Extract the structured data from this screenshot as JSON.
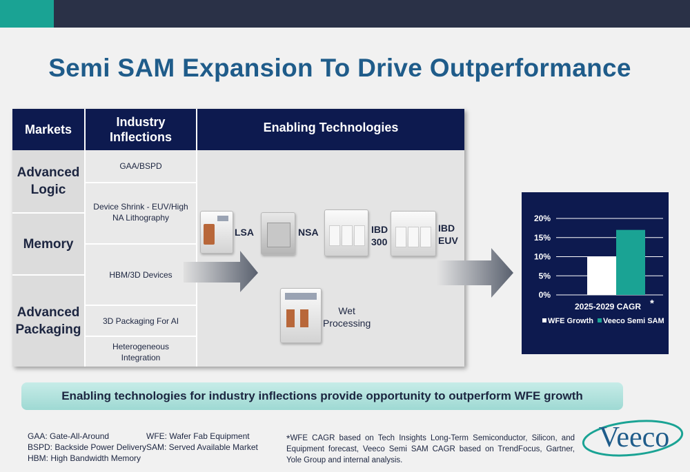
{
  "title": "Semi SAM Expansion To Drive Outperformance",
  "table": {
    "headers": {
      "markets": "Markets",
      "inflections": "Industry Inflections",
      "technologies": "Enabling Technologies"
    },
    "markets": [
      "Advanced Logic",
      "Memory",
      "Advanced Packaging"
    ],
    "inflections": [
      "GAA/BSPD",
      "Device Shrink - EUV/High NA Lithography",
      "HBM/3D Devices",
      "3D Packaging For AI",
      "Heterogeneous Integration"
    ],
    "technologies": {
      "lsa": "LSA",
      "nsa": "NSA",
      "ibd300": [
        "IBD",
        "300"
      ],
      "ibdeuv": [
        "IBD",
        "EUV"
      ],
      "wet": [
        "Wet",
        "Processing"
      ]
    }
  },
  "chart_data": {
    "type": "bar",
    "categories": [
      "2025-2029 CAGR"
    ],
    "category_marker": "*",
    "series": [
      {
        "name": "WFE Growth",
        "values": [
          10
        ],
        "color": "#ffffff"
      },
      {
        "name": "Veeco Semi SAM",
        "values": [
          17
        ],
        "color": "#1aa394"
      }
    ],
    "y_ticks": [
      "20%",
      "15%",
      "10%",
      "5%",
      "0%"
    ],
    "ylim": [
      0,
      20
    ],
    "grid": true,
    "legend_position": "bottom"
  },
  "banner": "Enabling technologies for industry inflections provide opportunity to outperform WFE growth",
  "abbreviations": {
    "col1": [
      "GAA: Gate-All-Around",
      "BSPD: Backside Power Delivery",
      "HBM: High Bandwidth Memory"
    ],
    "col2": [
      "WFE: Wafer Fab Equipment",
      "SAM: Served Available Market"
    ]
  },
  "footnote": {
    "marker": "*",
    "text": "WFE CAGR based on Tech Insights Long-Term Semiconductor, Silicon, and Equipment forecast, Veeco Semi SAM CAGR based on TrendFocus, Gartner, Yole Group and internal analysis."
  },
  "logo_text": "Veeco",
  "colors": {
    "navy": "#0d1a4f",
    "teal": "#1aa394",
    "title_blue": "#1f5c8a"
  }
}
